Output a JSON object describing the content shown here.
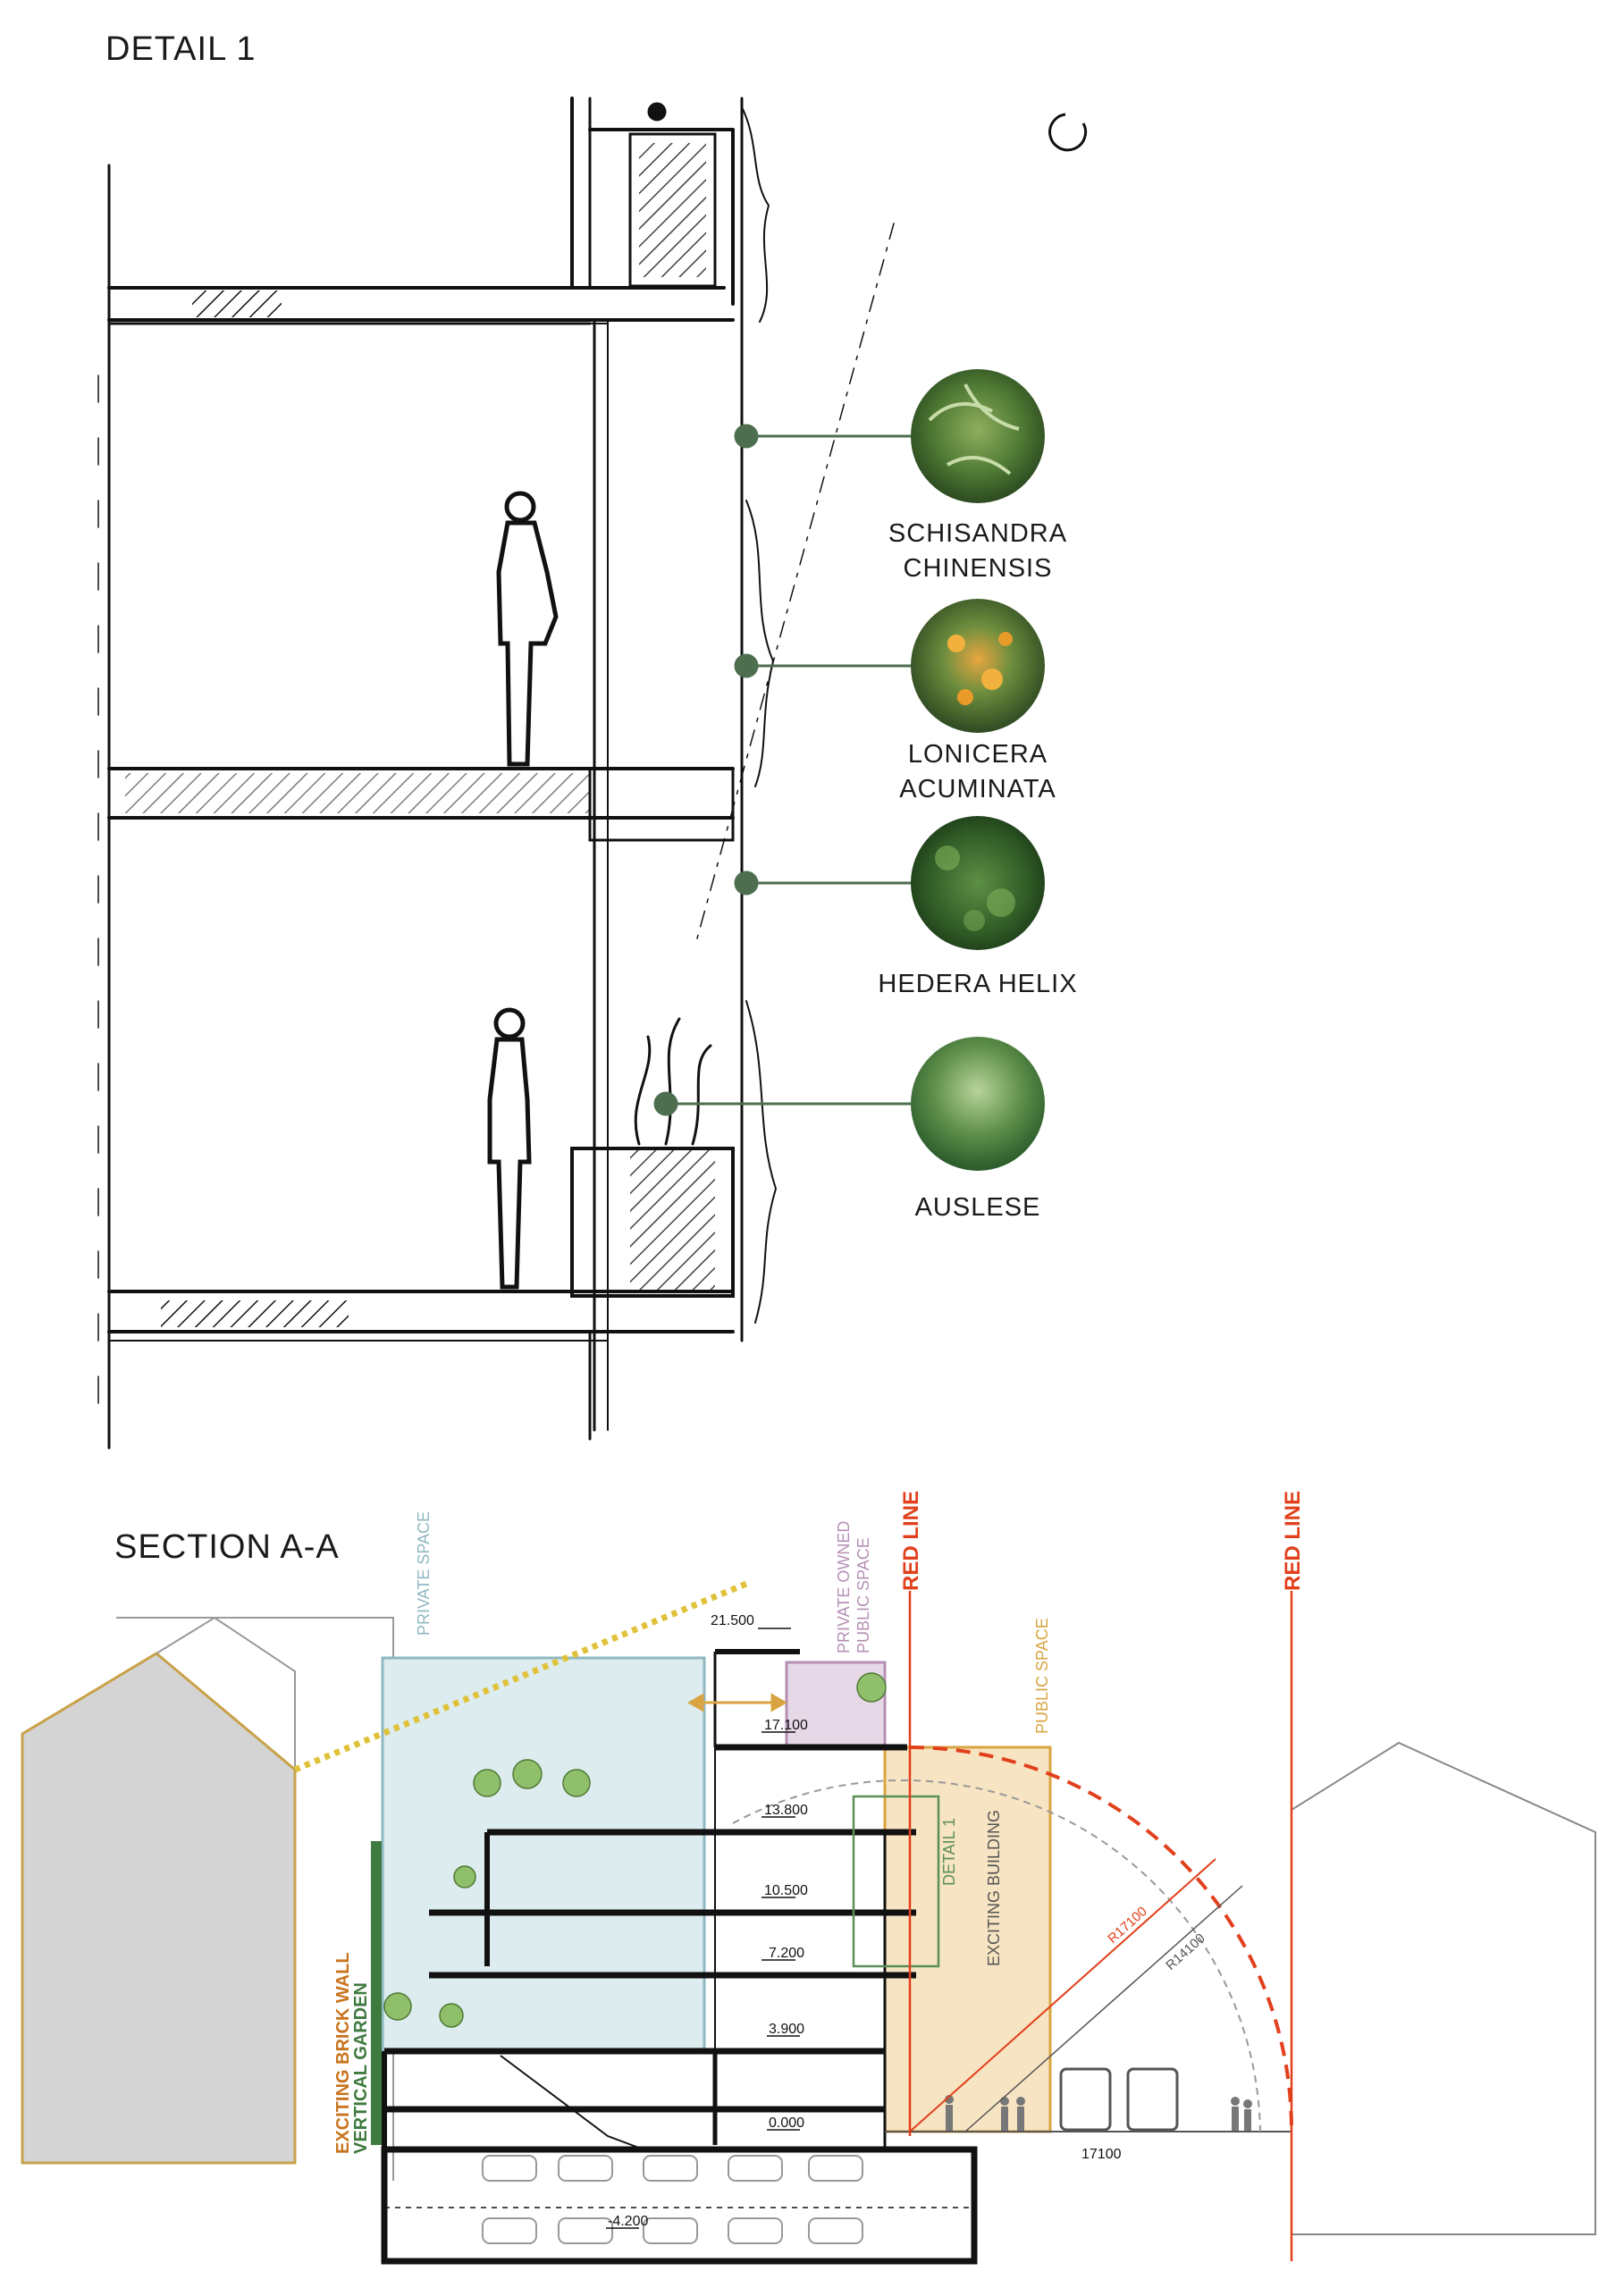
{
  "detail": {
    "title": "DETAIL 1",
    "plants": [
      {
        "line1": "SCHISANDRA",
        "line2": "CHINENSIS",
        "image": "schisandra-leaves"
      },
      {
        "line1": "LONICERA",
        "line2": "ACUMINATA",
        "image": "honeysuckle-flowers"
      },
      {
        "line1": "HEDERA HELIX",
        "line2": "",
        "image": "ivy-leaves"
      },
      {
        "line1": "AUSLESE",
        "line2": "",
        "image": "ornamental-grass"
      }
    ]
  },
  "section": {
    "title": "SECTION A-A",
    "zones": {
      "private": "PRIVATE SPACE",
      "popos_1": "PRIVATE OWNED",
      "popos_2": "PUBLIC SPACE",
      "public": "PUBLIC SPACE",
      "existing_building": "EXCITING BUILDING",
      "detail": "DETAIL 1"
    },
    "wall_labels": {
      "brick": "EXCITING BRICK WALL",
      "garden": "VERTICAL GARDEN"
    },
    "red_line": "RED LINE",
    "levels": [
      "21.500",
      "17.100",
      "13.800",
      "10.500",
      "7.200",
      "3.900",
      "0.000",
      "-4.200"
    ],
    "radii": {
      "outer": "R17100",
      "inner": "R14100"
    },
    "street_width": "17100"
  },
  "colors": {
    "private_fill": "#dcecef",
    "private_stroke": "#8fb8c2",
    "popos_fill": "#e6d8e6",
    "popos_stroke": "#b58fb5",
    "public_fill": "#f7e4c2",
    "public_stroke": "#d9a441",
    "red_line": "#e2401c",
    "detail_green": "#5a8f5a",
    "brick_orange": "#c8741e",
    "garden_green": "#3f7a3f",
    "sun_yellow": "#e0c23a",
    "plant_line": "#4e6e50"
  }
}
